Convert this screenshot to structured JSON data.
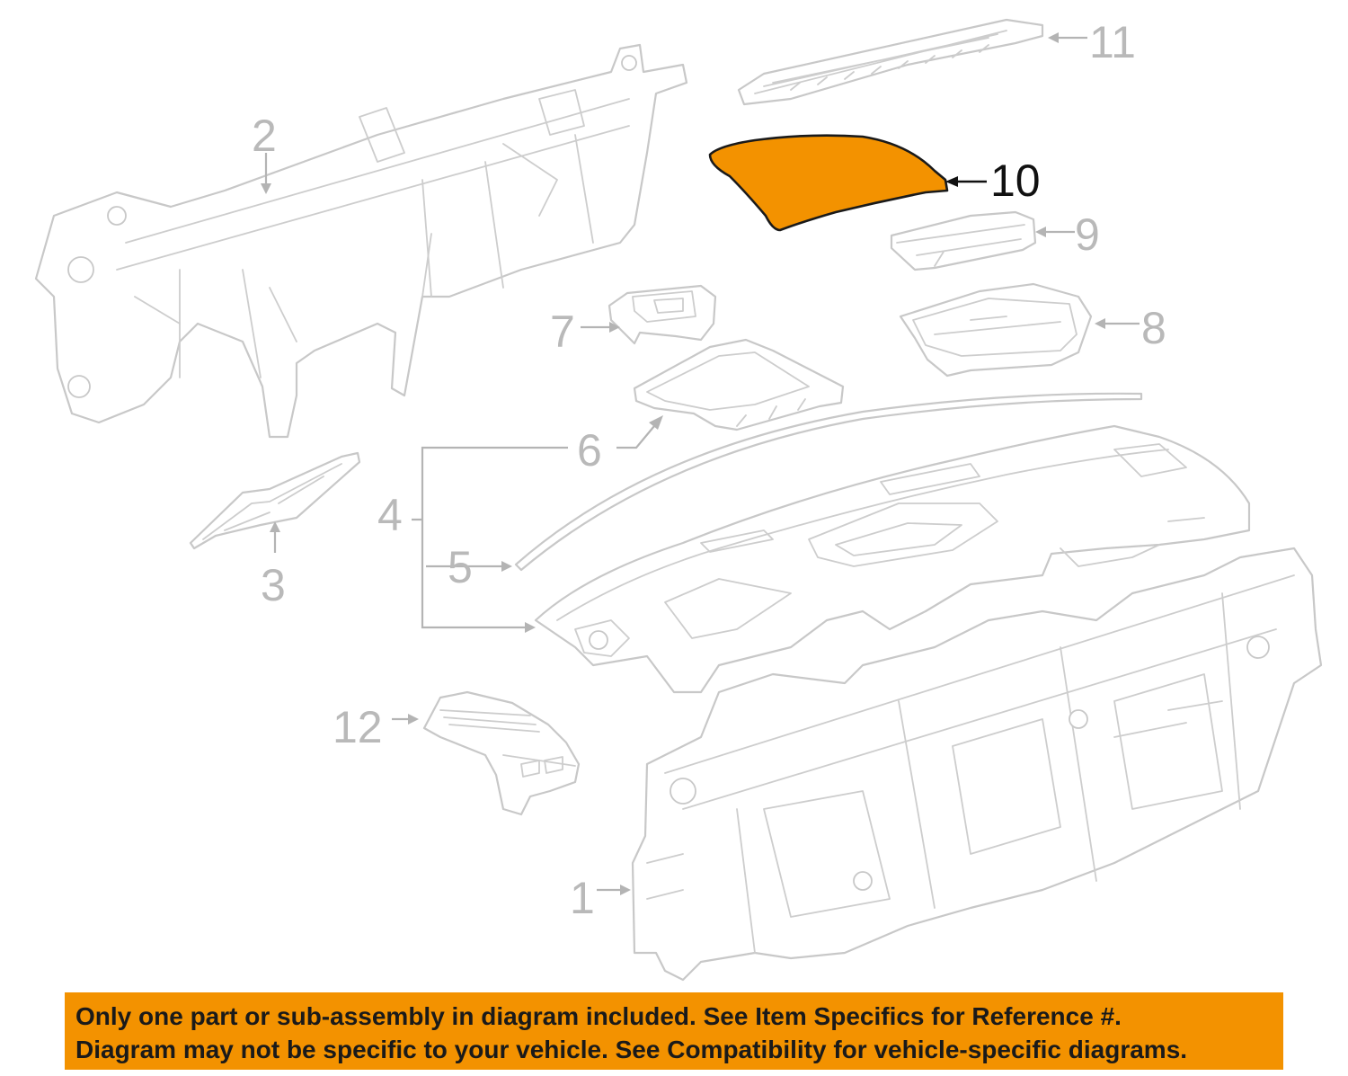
{
  "diagram": {
    "highlighted_part": "10",
    "highlight_color": "#f39200",
    "callouts": [
      {
        "id": "c1",
        "label": "1"
      },
      {
        "id": "c2",
        "label": "2"
      },
      {
        "id": "c3",
        "label": "3"
      },
      {
        "id": "c4",
        "label": "4"
      },
      {
        "id": "c5",
        "label": "5"
      },
      {
        "id": "c6",
        "label": "6"
      },
      {
        "id": "c7",
        "label": "7"
      },
      {
        "id": "c8",
        "label": "8"
      },
      {
        "id": "c9",
        "label": "9"
      },
      {
        "id": "c10",
        "label": "10"
      },
      {
        "id": "c11",
        "label": "11"
      },
      {
        "id": "c12",
        "label": "12"
      }
    ]
  },
  "notice": {
    "line1": "Only one part or sub-assembly in diagram included. See Item Specifics for Reference #.",
    "line2": "Diagram may not be specific to your vehicle. See Compatibility for vehicle-specific diagrams.",
    "background": "#f39200"
  }
}
